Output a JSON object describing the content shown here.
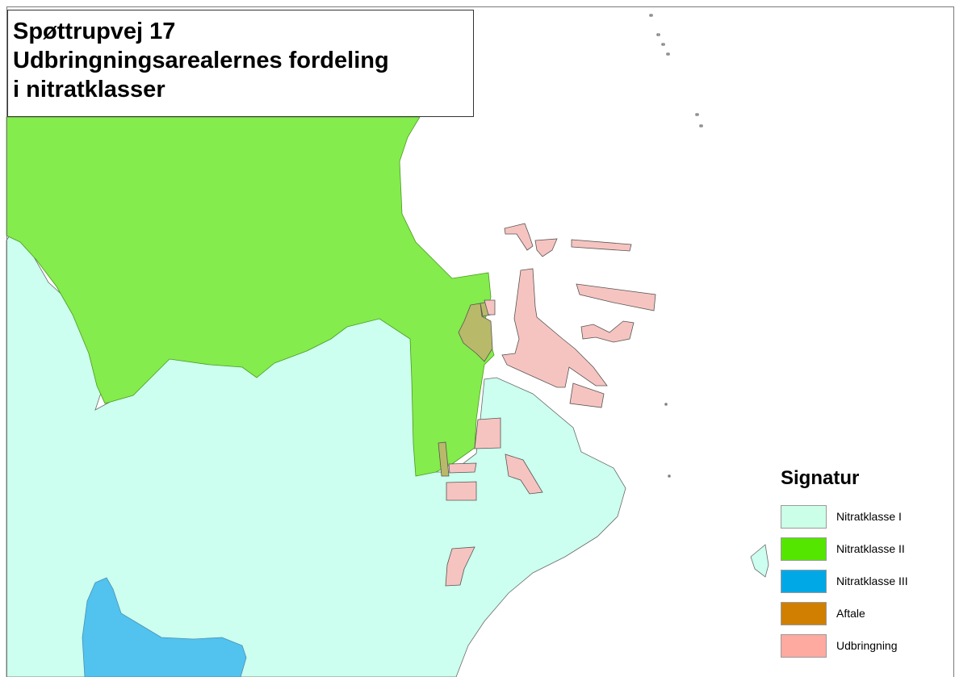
{
  "title": {
    "line1": "Spøttrupvej 17",
    "line2": "Udbringningsarealernes fordeling",
    "line3": "i nitratklasser"
  },
  "legend": {
    "title": "Signatur",
    "items": [
      {
        "key": "nitratklasse-1",
        "label": "Nitratklasse I",
        "color": "#ccffe8"
      },
      {
        "key": "nitratklasse-2",
        "label": "Nitratklasse II",
        "color": "#55e600"
      },
      {
        "key": "nitratklasse-3",
        "label": "Nitratklasse III",
        "color": "#00a8e6"
      },
      {
        "key": "aftale",
        "label": "Aftale",
        "color": "#d17f00"
      },
      {
        "key": "udbringning",
        "label": "Udbringning",
        "color": "#ffaaa0"
      }
    ]
  },
  "map_colors": {
    "nitratklasse_1": "#ccffef",
    "nitratklasse_2": "#84ec4c",
    "nitratklasse_3": "#52c2ef",
    "aftale_fill": "#b9b96a",
    "udbringning_fill": "#f6c4c0",
    "outline": "#555555"
  }
}
